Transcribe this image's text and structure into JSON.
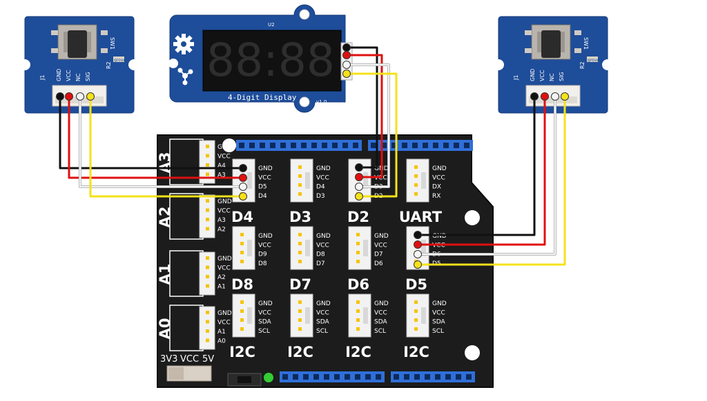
{
  "colors": {
    "wire_black": "#111111",
    "wire_red": "#e01010",
    "wire_white": "#f4f4f4",
    "wire_yellow": "#f5e21a",
    "grove_blue": "#1e4d9a",
    "shield_black": "#1c1c1c",
    "header_blue": "#2f6fd8",
    "led_green": "#33cc33"
  },
  "button_module": {
    "pins": [
      "GND",
      "VCC",
      "NC",
      "SIG"
    ],
    "j_label": "J1",
    "r_label": "R2",
    "sw_label": "SW1",
    "brand": "grove"
  },
  "display_module": {
    "digits": "88:88",
    "caption": "4-Digit Display",
    "version": "v1.0",
    "u_label": "U2"
  },
  "shield": {
    "analog_ports": [
      {
        "name": "A3",
        "pins": [
          "GND",
          "VCC",
          "A4",
          "A3"
        ]
      },
      {
        "name": "A2",
        "pins": [
          "GND",
          "VCC",
          "A3",
          "A2"
        ]
      },
      {
        "name": "A1",
        "pins": [
          "GND",
          "VCC",
          "A2",
          "A1"
        ]
      },
      {
        "name": "A0",
        "pins": [
          "GND",
          "VCC",
          "A1",
          "A0"
        ]
      }
    ],
    "digital_ports": [
      {
        "name": "D4",
        "pins": [
          "GND",
          "VCC",
          "D5",
          "D4"
        ]
      },
      {
        "name": "D3",
        "pins": [
          "GND",
          "VCC",
          "D4",
          "D3"
        ]
      },
      {
        "name": "D2",
        "pins": [
          "GND",
          "VCC",
          "D3",
          "D2"
        ]
      },
      {
        "name": "UART",
        "pins": [
          "GND",
          "VCC",
          "DX",
          "RX"
        ]
      },
      {
        "name": "D8",
        "pins": [
          "GND",
          "VCC",
          "D9",
          "D8"
        ]
      },
      {
        "name": "D7",
        "pins": [
          "GND",
          "VCC",
          "D8",
          "D7"
        ]
      },
      {
        "name": "D6",
        "pins": [
          "GND",
          "VCC",
          "D7",
          "D6"
        ]
      },
      {
        "name": "D5",
        "pins": [
          "GND",
          "VCC",
          "D6",
          "D5"
        ]
      },
      {
        "name": "I2C",
        "pins": [
          "GND",
          "VCC",
          "SDA",
          "SCL"
        ]
      },
      {
        "name": "I2C",
        "pins": [
          "GND",
          "VCC",
          "SDA",
          "SCL"
        ]
      },
      {
        "name": "I2C",
        "pins": [
          "GND",
          "VCC",
          "SDA",
          "SCL"
        ]
      },
      {
        "name": "I2C",
        "pins": [
          "GND",
          "VCC",
          "SDA",
          "SCL"
        ]
      }
    ],
    "voltage_switch": [
      "3V3",
      "VCC",
      "5V"
    ]
  }
}
